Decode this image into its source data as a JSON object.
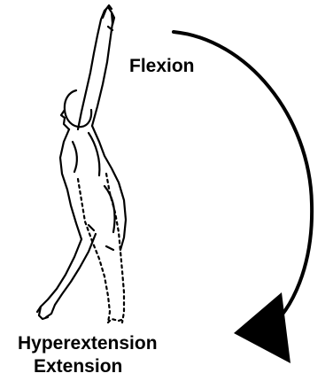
{
  "labels": {
    "flexion": "Flexion",
    "hyperextension": "Hyperextension",
    "extension": "Extension"
  },
  "colors": {
    "ink": "#000000",
    "background": "#ffffff"
  }
}
